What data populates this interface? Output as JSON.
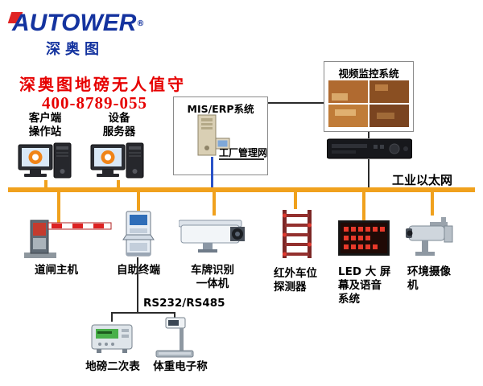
{
  "brand": {
    "logo": "AUTOWER",
    "reg": "®",
    "logo_cn": "深奥图",
    "headline": "深奥图地磅无人值守",
    "phone": "400-8789-055",
    "blue": "#14339f",
    "red": "#e60000"
  },
  "colors": {
    "bus": "#f0a11d",
    "link_blue": "#2a52c8"
  },
  "workstations": [
    {
      "lines": [
        "客户端",
        "操作站"
      ]
    },
    {
      "lines": [
        "设备",
        "服务器"
      ]
    }
  ],
  "mis_box": {
    "title": "MIS/ERP系统",
    "net_label": "工厂管理网"
  },
  "video_box": {
    "title": "视频监控系统"
  },
  "bus_label": "工业以太网",
  "devices": [
    {
      "name": "barrier",
      "lines": [
        "道闸主机"
      ]
    },
    {
      "name": "kiosk",
      "lines": [
        "自助终端"
      ]
    },
    {
      "name": "lpr",
      "lines": [
        "车牌识别",
        "一体机"
      ]
    },
    {
      "name": "infrared",
      "lines": [
        "红外车位",
        "探测器"
      ]
    },
    {
      "name": "led",
      "lines": [
        "LED 大 屏",
        "幕及语音",
        "系统"
      ]
    },
    {
      "name": "envcam",
      "lines": [
        "环境摄像",
        "机"
      ]
    }
  ],
  "serial_label": "RS232/RS485",
  "sub_devices": [
    {
      "name": "indicator",
      "label": "地磅二次表"
    },
    {
      "name": "scale",
      "label": "体重电子称"
    }
  ],
  "icons": {
    "workstation": "monitor-with-tower",
    "erp_server": "beige-server-tower",
    "video_wall": "2x2-cctv-thumbnails",
    "dvr": "black-recorder-box",
    "barrier": "striped-barrier-gate",
    "kiosk": "self-service-terminal",
    "lpr_camera": "license-plate-camera",
    "infrared": "ladder-detector-frame",
    "led_screen": "red-dot-matrix-panel",
    "env_camera": "cctv-camera",
    "indicator": "green-lcd-instrument",
    "scale": "platform-scale"
  }
}
